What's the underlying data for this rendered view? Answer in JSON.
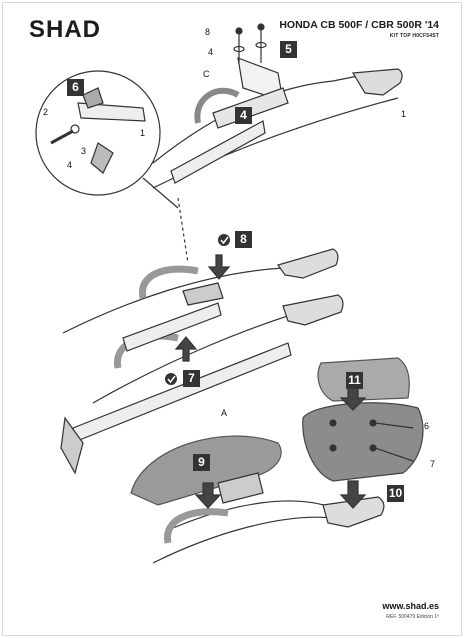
{
  "header": {
    "brand": "SHAD",
    "model": "HONDA CB 500F / CBR 500R '14",
    "kit": "KIT TOP H0CF54ST"
  },
  "steps": {
    "s5": "5",
    "s6": "6",
    "s4": "4",
    "s8": "8",
    "s7": "7",
    "s9": "9",
    "s10": "10",
    "s11": "11"
  },
  "labels": {
    "top8": "8",
    "top4": "4",
    "c": "C",
    "one_right": "1",
    "two": "2",
    "three": "3",
    "four": "4",
    "one_circle": "1",
    "a": "A",
    "six": "6",
    "seven": "7"
  },
  "footer": {
    "website": "www.shad.es",
    "ref": "REF. 500479 Edición 1ª"
  }
}
